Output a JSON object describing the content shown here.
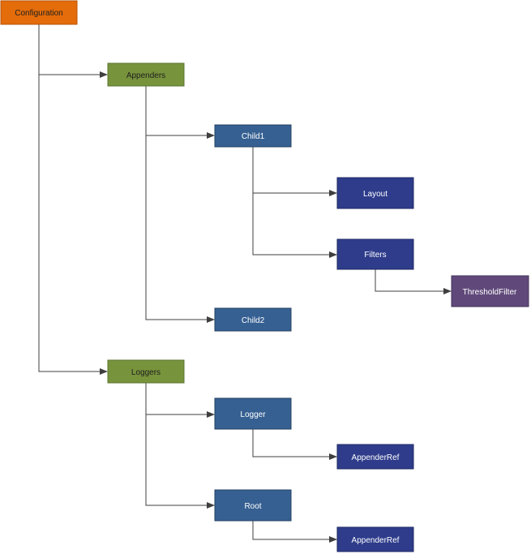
{
  "diagram": {
    "colors": {
      "root_fill": "#E46C0A",
      "root_stroke": "#B65508",
      "group_fill": "#77933C",
      "group_stroke": "#5E7530",
      "child_fill": "#366092",
      "child_stroke": "#254061",
      "leaf_fill": "#2E3C8B",
      "leaf_stroke": "#1F2A63",
      "filter_fill": "#60497A",
      "filter_stroke": "#45345A",
      "connector": "#3F3F3F",
      "label_dark": "#1F1F1F",
      "label_light": "#FFFFFF"
    },
    "nodes": {
      "configuration": "Configuration",
      "appenders": "Appenders",
      "child1": "Child1",
      "layout": "Layout",
      "filters": "Filters",
      "threshold_filter": "ThresholdFilter",
      "child2": "Child2",
      "loggers": "Loggers",
      "logger": "Logger",
      "logger_appender_ref": "AppenderRef",
      "root": "Root",
      "root_appender_ref": "AppenderRef"
    }
  }
}
